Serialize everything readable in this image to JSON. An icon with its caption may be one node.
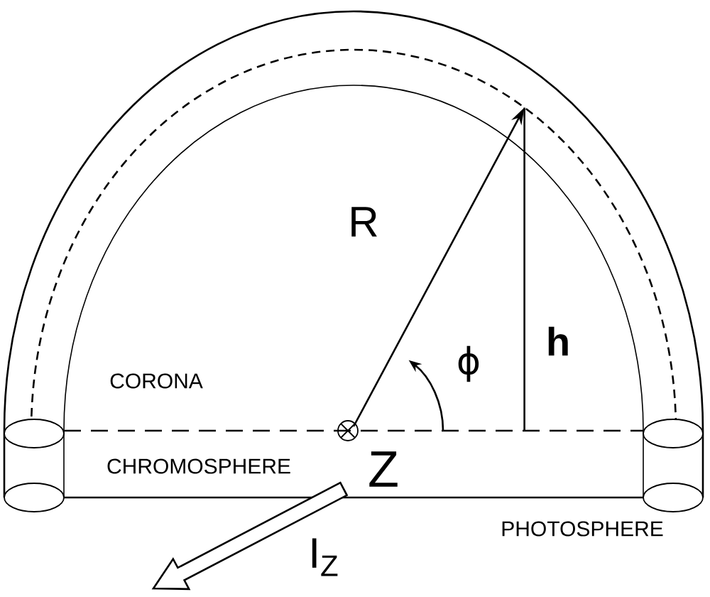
{
  "diagram": {
    "labels": [
      "R",
      "h",
      "ϕ",
      "CORONA",
      "CHROMOSPHERE",
      "Z",
      "PHOTOSPHERE",
      "I$_{Z}$"
    ]
  }
}
